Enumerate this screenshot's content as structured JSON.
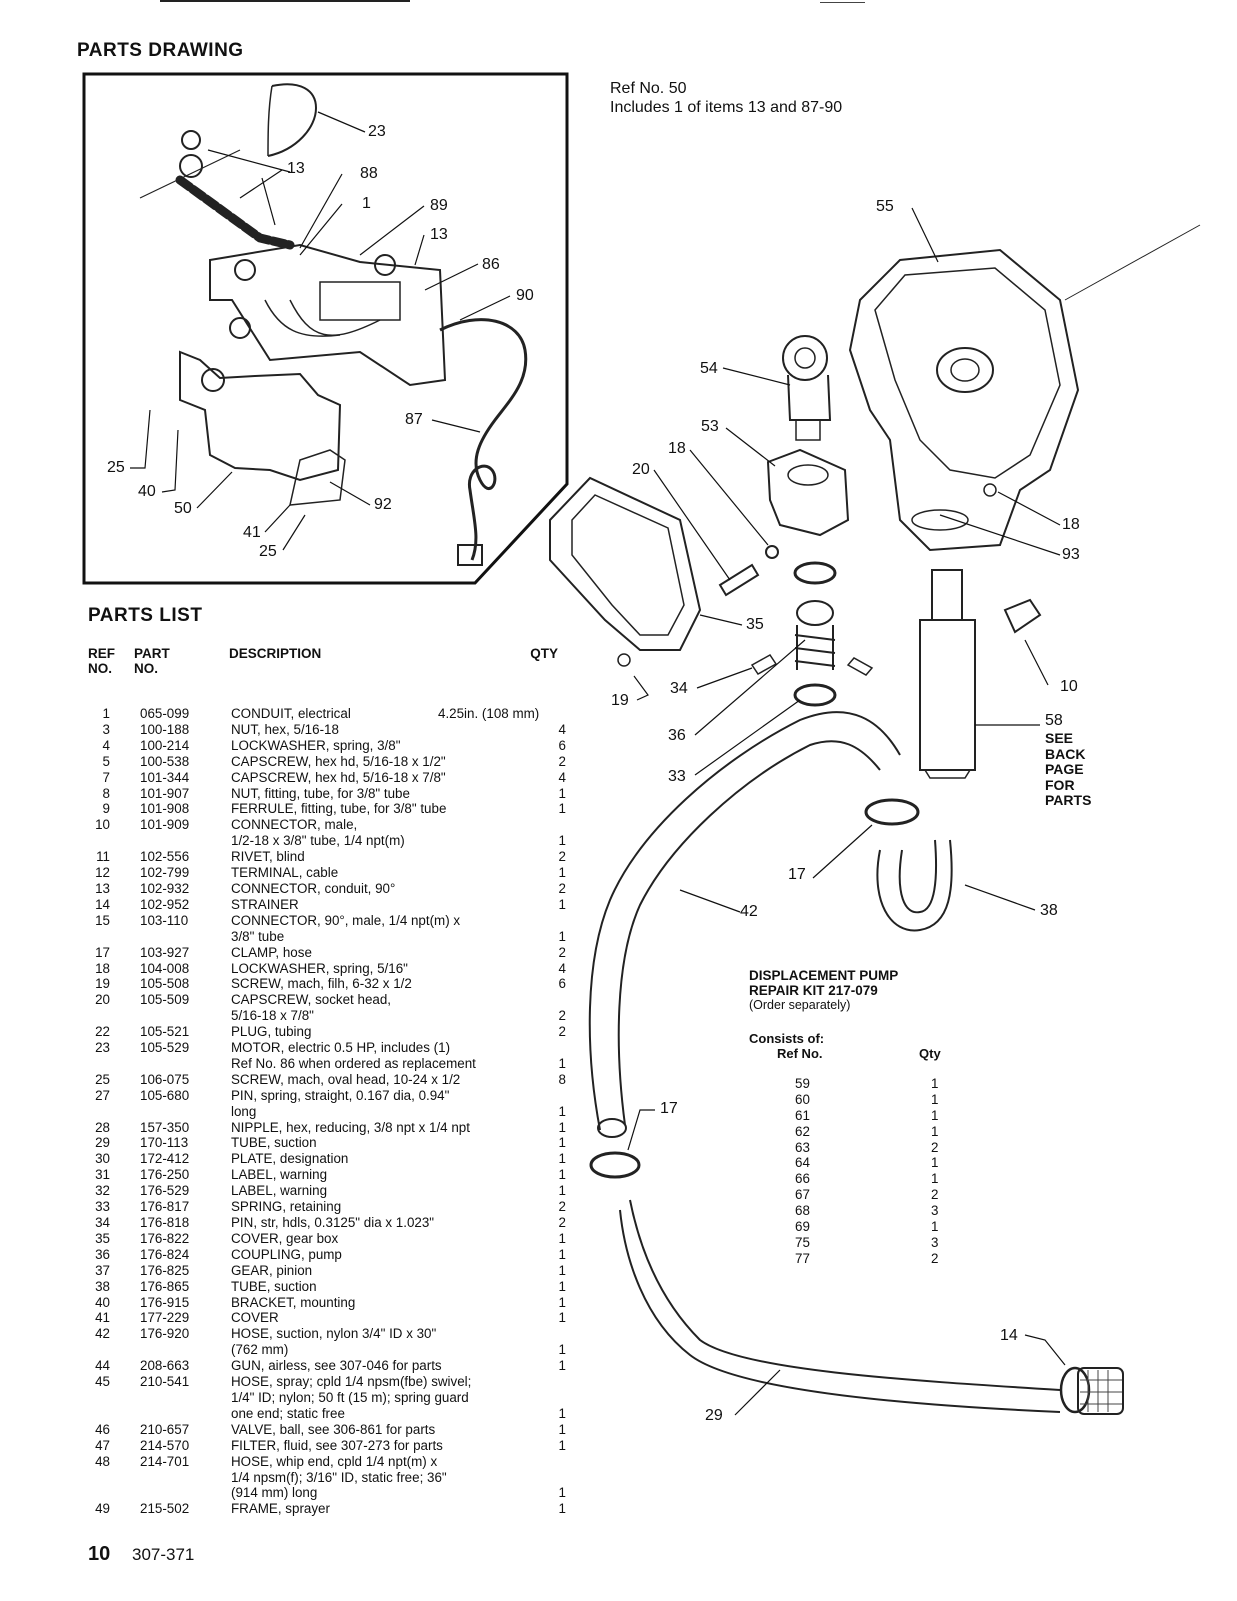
{
  "page": {
    "section_title": "PARTS DRAWING",
    "list_title": "PARTS LIST",
    "page_number": "10",
    "doc_number": "307-371"
  },
  "ref_note": {
    "line1": "Ref No. 50",
    "line2": "Includes 1 of items 13 and 87-90"
  },
  "inset_callouts": [
    "23",
    "13",
    "88",
    "1",
    "89",
    "13",
    "86",
    "90",
    "87",
    "25",
    "40",
    "50",
    "41",
    "25",
    "92"
  ],
  "main_callouts": [
    "55",
    "54",
    "53",
    "18",
    "20",
    "18",
    "93",
    "35",
    "19",
    "34",
    "36",
    "33",
    "10",
    "58",
    "17",
    "42",
    "38",
    "17",
    "14",
    "29"
  ],
  "see_back": [
    "SEE",
    "BACK",
    "PAGE",
    "FOR",
    "PARTS"
  ],
  "table_headers": {
    "ref": "REF NO.",
    "part": "PART NO.",
    "description": "DESCRIPTION",
    "qty": "QTY"
  },
  "parts": [
    {
      "ref": "1",
      "part": "065-099",
      "desc": [
        "CONDUIT, electrical"
      ],
      "qty": "",
      "inline_qty": "4.25in. (108 mm)"
    },
    {
      "ref": "3",
      "part": "100-188",
      "desc": [
        "NUT, hex, 5/16-18"
      ],
      "qty": "4"
    },
    {
      "ref": "4",
      "part": "100-214",
      "desc": [
        "LOCKWASHER, spring, 3/8\""
      ],
      "qty": "6"
    },
    {
      "ref": "5",
      "part": "100-538",
      "desc": [
        "CAPSCREW, hex hd, 5/16-18 x 1/2\""
      ],
      "qty": "2"
    },
    {
      "ref": "7",
      "part": "101-344",
      "desc": [
        "CAPSCREW, hex hd, 5/16-18 x 7/8\""
      ],
      "qty": "4"
    },
    {
      "ref": "8",
      "part": "101-907",
      "desc": [
        "NUT, fitting, tube, for 3/8\" tube"
      ],
      "qty": "1"
    },
    {
      "ref": "9",
      "part": "101-908",
      "desc": [
        "FERRULE, fitting, tube, for 3/8\" tube"
      ],
      "qty": "1"
    },
    {
      "ref": "10",
      "part": "101-909",
      "desc": [
        "CONNECTOR, male,",
        "1/2-18 x 3/8\" tube, 1/4 npt(m)"
      ],
      "qty": "1"
    },
    {
      "ref": "11",
      "part": "102-556",
      "desc": [
        "RIVET, blind"
      ],
      "qty": "2"
    },
    {
      "ref": "12",
      "part": "102-799",
      "desc": [
        "TERMINAL, cable"
      ],
      "qty": "1"
    },
    {
      "ref": "13",
      "part": "102-932",
      "desc": [
        "CONNECTOR, conduit, 90°"
      ],
      "qty": "2"
    },
    {
      "ref": "14",
      "part": "102-952",
      "desc": [
        "STRAINER"
      ],
      "qty": "1"
    },
    {
      "ref": "15",
      "part": "103-110",
      "desc": [
        "CONNECTOR, 90°, male, 1/4 npt(m) x",
        "3/8\" tube"
      ],
      "qty": "1"
    },
    {
      "ref": "17",
      "part": "103-927",
      "desc": [
        "CLAMP, hose"
      ],
      "qty": "2"
    },
    {
      "ref": "18",
      "part": "104-008",
      "desc": [
        "LOCKWASHER, spring, 5/16\""
      ],
      "qty": "4"
    },
    {
      "ref": "19",
      "part": "105-508",
      "desc": [
        "SCREW, mach, filh, 6-32 x 1/2"
      ],
      "qty": "6"
    },
    {
      "ref": "20",
      "part": "105-509",
      "desc": [
        "CAPSCREW, socket head,",
        "5/16-18 x 7/8\""
      ],
      "qty": "2"
    },
    {
      "ref": "22",
      "part": "105-521",
      "desc": [
        "PLUG, tubing"
      ],
      "qty": "2"
    },
    {
      "ref": "23",
      "part": "105-529",
      "desc": [
        "MOTOR, electric 0.5 HP, includes (1)",
        "Ref No. 86 when ordered as replacement"
      ],
      "qty": "1"
    },
    {
      "ref": "25",
      "part": "106-075",
      "desc": [
        "SCREW, mach, oval head, 10-24 x 1/2"
      ],
      "qty": "8"
    },
    {
      "ref": "27",
      "part": "105-680",
      "desc": [
        "PIN, spring, straight, 0.167 dia, 0.94\"",
        "long"
      ],
      "qty": "1"
    },
    {
      "ref": "28",
      "part": "157-350",
      "desc": [
        "NIPPLE, hex, reducing, 3/8 npt x 1/4 npt"
      ],
      "qty": "1"
    },
    {
      "ref": "29",
      "part": "170-113",
      "desc": [
        "TUBE, suction"
      ],
      "qty": "1"
    },
    {
      "ref": "30",
      "part": "172-412",
      "desc": [
        "PLATE, designation"
      ],
      "qty": "1"
    },
    {
      "ref": "31",
      "part": "176-250",
      "desc": [
        "LABEL, warning"
      ],
      "qty": "1"
    },
    {
      "ref": "32",
      "part": "176-529",
      "desc": [
        "LABEL, warning"
      ],
      "qty": "1"
    },
    {
      "ref": "33",
      "part": "176-817",
      "desc": [
        "SPRING, retaining"
      ],
      "qty": "2"
    },
    {
      "ref": "34",
      "part": "176-818",
      "desc": [
        "PIN, str, hdls, 0.3125\" dia x 1.023\""
      ],
      "qty": "2"
    },
    {
      "ref": "35",
      "part": "176-822",
      "desc": [
        "COVER, gear box"
      ],
      "qty": "1"
    },
    {
      "ref": "36",
      "part": "176-824",
      "desc": [
        "COUPLING, pump"
      ],
      "qty": "1"
    },
    {
      "ref": "37",
      "part": "176-825",
      "desc": [
        "GEAR, pinion"
      ],
      "qty": "1"
    },
    {
      "ref": "38",
      "part": "176-865",
      "desc": [
        "TUBE, suction"
      ],
      "qty": "1"
    },
    {
      "ref": "40",
      "part": "176-915",
      "desc": [
        "BRACKET, mounting"
      ],
      "qty": "1"
    },
    {
      "ref": "41",
      "part": "177-229",
      "desc": [
        "COVER"
      ],
      "qty": "1"
    },
    {
      "ref": "42",
      "part": "176-920",
      "desc": [
        "HOSE, suction, nylon 3/4\" ID x 30\"",
        "(762 mm)"
      ],
      "qty": "1"
    },
    {
      "ref": "44",
      "part": "208-663",
      "desc": [
        "GUN, airless, see 307-046 for parts"
      ],
      "qty": "1"
    },
    {
      "ref": "45",
      "part": "210-541",
      "desc": [
        "HOSE, spray; cpld 1/4 npsm(fbe) swivel;",
        "1/4\" ID; nylon; 50 ft (15 m); spring guard",
        "one end; static free"
      ],
      "qty": "1"
    },
    {
      "ref": "46",
      "part": "210-657",
      "desc": [
        "VALVE, ball, see 306-861 for parts"
      ],
      "qty": "1"
    },
    {
      "ref": "47",
      "part": "214-570",
      "desc": [
        "FILTER, fluid, see 307-273 for parts"
      ],
      "qty": "1"
    },
    {
      "ref": "48",
      "part": "214-701",
      "desc": [
        "HOSE, whip end, cpld 1/4 npt(m) x",
        "1/4 npsm(f); 3/16\" ID, static free; 36\"",
        "(914 mm) long"
      ],
      "qty": "1"
    },
    {
      "ref": "49",
      "part": "215-502",
      "desc": [
        "FRAME, sprayer"
      ],
      "qty": "1"
    }
  ],
  "kit": {
    "title1": "DISPLACEMENT PUMP",
    "title2": "REPAIR KIT 217-079",
    "note": "(Order separately)",
    "consists": "Consists of:",
    "col_ref": "Ref No.",
    "col_qty": "Qty",
    "items": [
      {
        "ref": "59",
        "qty": "1"
      },
      {
        "ref": "60",
        "qty": "1"
      },
      {
        "ref": "61",
        "qty": "1"
      },
      {
        "ref": "62",
        "qty": "1"
      },
      {
        "ref": "63",
        "qty": "2"
      },
      {
        "ref": "64",
        "qty": "1"
      },
      {
        "ref": "66",
        "qty": "1"
      },
      {
        "ref": "67",
        "qty": "2"
      },
      {
        "ref": "68",
        "qty": "3"
      },
      {
        "ref": "69",
        "qty": "1"
      },
      {
        "ref": "75",
        "qty": "3"
      },
      {
        "ref": "77",
        "qty": "2"
      }
    ]
  }
}
